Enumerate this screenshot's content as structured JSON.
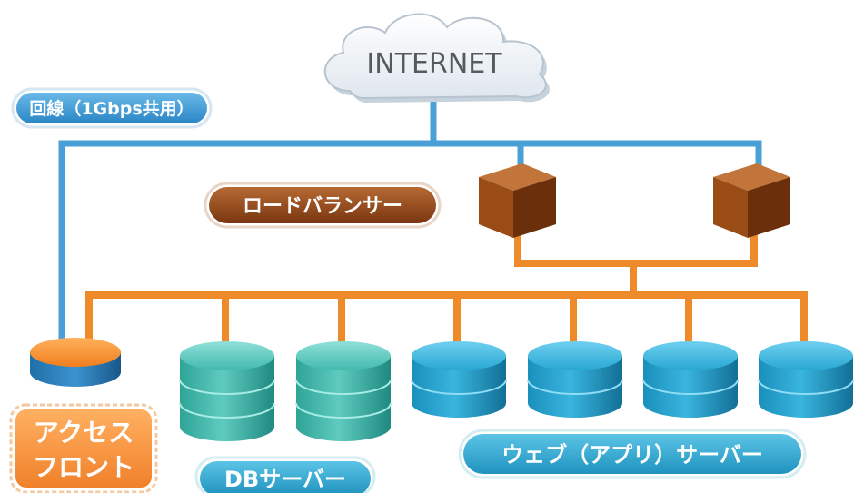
{
  "cloud": {
    "label": "INTERNET"
  },
  "labels": {
    "line": "回線（1Gbps共用）",
    "load_balancer": "ロードバランサー",
    "access_front_1": "アクセス",
    "access_front_2": "フロント",
    "db_server": "DBサーバー",
    "web_app_server": "ウェブ（アプリ）サーバー"
  },
  "colors": {
    "network_line": "#4aa0d6",
    "lb_line": "#ef8a2a",
    "lb_box": "#a0521a",
    "db_cylinder": "#3fb3a8",
    "web_cylinder": "#1e9bc7",
    "access_front": "#f28a2e",
    "label_blue": "#2f8fcf",
    "label_brown": "#8a4016",
    "label_teal": "#2a9fc5"
  },
  "icons": {
    "load_balancers": [
      "cube-icon",
      "cube-icon"
    ],
    "db_servers": [
      "cylinder-icon",
      "cylinder-icon"
    ],
    "web_servers": [
      "cylinder-icon",
      "cylinder-icon",
      "cylinder-icon",
      "cylinder-icon"
    ],
    "access_front": "disk-icon"
  }
}
